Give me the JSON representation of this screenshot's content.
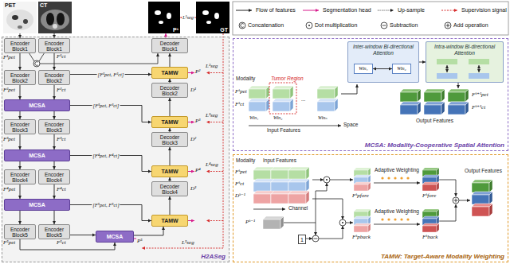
{
  "diagram": {
    "nodes": [
      {
        "text": [
          "PET"
        ]
      },
      {
        "text": [
          "CT"
        ]
      },
      {
        "text": [
          "P¹"
        ]
      },
      {
        "text": [
          "GT"
        ]
      },
      {
        "text": [
          "H2ASeg"
        ]
      },
      {
        "text": [
          "Encoder Block1"
        ],
        "in": 4
      },
      {
        "text": [
          "Encoder Block1"
        ],
        "in": 4
      },
      {
        "text": [
          "Encoder Block2"
        ],
        "in": 4
      },
      {
        "text": [
          "Encoder Block2"
        ],
        "in": 4
      },
      {
        "text": [
          "MCSA"
        ],
        "in": 4
      },
      {
        "text": [
          "Encoder Block3"
        ],
        "in": 4
      },
      {
        "text": [
          "Encoder Block3"
        ],
        "in": 4
      },
      {
        "text": [
          "MCSA"
        ],
        "in": 4
      },
      {
        "text": [
          "Encoder Block4"
        ],
        "in": 4
      },
      {
        "text": [
          "Encoder Block4"
        ],
        "in": 4
      },
      {
        "text": [
          "MCSA"
        ],
        "in": 4
      },
      {
        "text": [
          "Encoder Block5"
        ],
        "in": 4
      },
      {
        "text": [
          "Encoder Block5"
        ],
        "in": 4
      },
      {
        "text": [
          "MCSA"
        ],
        "in": 4
      },
      {
        "text": [
          "Decoder Block1"
        ],
        "in": 4
      },
      {
        "text": [
          "TAMW"
        ],
        "in": 4
      },
      {
        "text": [
          "Decoder Block2"
        ],
        "in": 4
      },
      {
        "text": [
          "TAMW"
        ],
        "in": 4
      },
      {
        "text": [
          "Decoder Block3"
        ],
        "in": 4
      },
      {
        "text": [
          "TAMW"
        ],
        "in": 4
      },
      {
        "text": [
          "Decoder Block4"
        ],
        "in": 4
      },
      {
        "text": [
          "TAMW"
        ],
        "in": 4
      },
      {
        "text": [
          "MCSA: Modality-Cooperative Spatial Attention"
        ]
      },
      {
        "text": [
          "Inter-window Bi-directional Attention"
        ],
        "in": 27
      },
      {
        "text": [
          "Win₁"
        ],
        "in": 28
      },
      {
        "text": [
          "Win₂"
        ],
        "in": 28
      },
      {
        "text": [
          "Intra-window Bi-directional Attention"
        ],
        "in": 27
      },
      {
        "text": [
          "TAMW: Target-Aware Modality Weighting"
        ]
      },
      {
        "text": [
          "1"
        ],
        "in": 32
      }
    ],
    "edges": [
      {
        "from": 0,
        "to": 5,
        "arrow": "to"
      },
      {
        "from": 1,
        "to": 6,
        "arrow": "to"
      },
      {
        "from": 5,
        "to": 7,
        "arrow": "to"
      },
      {
        "from": 6,
        "to": 8,
        "arrow": "to"
      },
      {
        "from": 7,
        "to": 9,
        "arrow": "to"
      },
      {
        "from": 8,
        "to": 9,
        "arrow": "to"
      },
      {
        "from": 9,
        "to": 10,
        "arrow": "to"
      },
      {
        "from": 9,
        "to": 11,
        "arrow": "to"
      },
      {
        "from": 10,
        "to": 12,
        "arrow": "to"
      },
      {
        "from": 11,
        "to": 12,
        "arrow": "to"
      },
      {
        "from": 12,
        "to": 13,
        "arrow": "to"
      },
      {
        "from": 12,
        "to": 14,
        "arrow": "to"
      },
      {
        "from": 13,
        "to": 15,
        "arrow": "to"
      },
      {
        "from": 14,
        "to": 15,
        "arrow": "to"
      },
      {
        "from": 15,
        "to": 16,
        "arrow": "to"
      },
      {
        "from": 15,
        "to": 17,
        "arrow": "to"
      },
      {
        "from": 16,
        "to": 18,
        "arrow": "to"
      },
      {
        "from": 17,
        "to": 18,
        "arrow": "to"
      },
      {
        "from": 18,
        "to": 26,
        "arrow": "to"
      },
      {
        "from": 26,
        "to": 25,
        "arrow": "to"
      },
      {
        "from": 25,
        "to": 24,
        "arrow": "to"
      },
      {
        "from": 24,
        "to": 23,
        "arrow": "to"
      },
      {
        "from": 23,
        "to": 22,
        "arrow": "to"
      },
      {
        "from": 22,
        "to": 21,
        "arrow": "to"
      },
      {
        "from": 21,
        "to": 20,
        "arrow": "to"
      },
      {
        "from": 20,
        "to": 19,
        "arrow": "to"
      },
      {
        "from": 19,
        "to": 2,
        "arrow": "to"
      },
      {
        "from": 8,
        "to": 20,
        "arrow": "to",
        "label": "[F²pet, F²ct]"
      },
      {
        "from": 9,
        "to": 22,
        "arrow": "to",
        "label": "[F³pet, F³ct]"
      },
      {
        "from": 12,
        "to": 24,
        "arrow": "to",
        "label": "[F⁴pet, F⁴ct]"
      },
      {
        "from": 15,
        "to": 26,
        "arrow": "to",
        "label": "[F⁵pet, F⁵ct]"
      },
      {
        "from": 3,
        "to": 2,
        "arrow": "to",
        "label": "L¹seg"
      },
      {
        "from": 29,
        "to": 30,
        "arrow": "both"
      }
    ],
    "labels": [
      "F¹pet",
      "F¹ct",
      "F²pet",
      "F²ct",
      "F³pet",
      "F³ct",
      "F⁴pet",
      "F⁴ct",
      "F⁵pet",
      "F⁵ct",
      "D¹",
      "D²",
      "D³",
      "P²",
      "P³",
      "P⁴",
      "P⁵",
      "L²seg",
      "L³seg",
      "L⁴seg",
      "L⁵seg",
      "Modality",
      "Tumor Region",
      "Fᵏpet",
      "Fᵏct",
      "Win₁",
      "Win₂",
      "...",
      "Winₙ",
      "Space",
      "Input Features",
      "Output Features",
      "Fᵏ⁺¹pet",
      "Fᵏ⁺¹ct",
      "Modality",
      "Input Features",
      "Fᵏpet",
      "Fᵏct",
      "Dᵏ⁻¹",
      "Pᵏ⁻¹",
      "Channel",
      "Adaptive Weighting",
      "Adaptive Weighting",
      "Fᵏpfore",
      "Fᵏfore",
      "Fᵏpback",
      "Fᵏback",
      "Output Features"
    ],
    "legend": [
      {
        "text": "Flow of features"
      },
      {
        "text": "Segmentation head"
      },
      {
        "text": "Up-sample"
      },
      {
        "text": "Supervision signal"
      },
      {
        "text": "Concatenation"
      },
      {
        "text": "Dot multiplication"
      },
      {
        "text": "Subtraction"
      },
      {
        "text": "Add operation"
      }
    ]
  }
}
